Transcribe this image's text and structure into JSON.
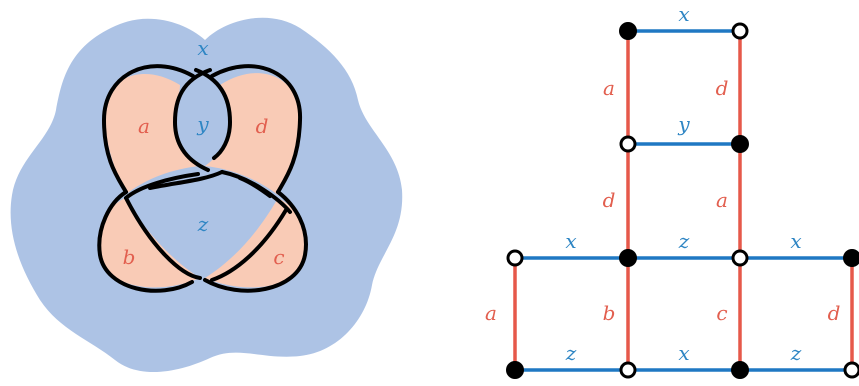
{
  "colors": {
    "background_region": "#adc3e5",
    "face_fill": "#f9cbb6",
    "knot_stroke": "#000000",
    "red_label": "#e25f4f",
    "blue_label": "#2f86c4",
    "red_edge": "#e6584a",
    "blue_edge": "#1f78c3",
    "black_node": "#000000",
    "white_node": "#ffffff"
  },
  "knot_diagram": {
    "outer_label": "x",
    "top_center_label": "y",
    "middle_label": "z",
    "face_a": "a",
    "face_d": "d",
    "face_b": "b",
    "face_c": "c"
  },
  "graph": {
    "top_edge": "x",
    "upper_left_vert": "a",
    "upper_right_vert": "d",
    "second_row_edge": "y",
    "mid_left_vert": "d",
    "mid_right_vert": "a",
    "row3_left": "x",
    "row3_center": "z",
    "row3_right": "x",
    "lower_left_vert": "a",
    "lower_center_left_vert": "b",
    "lower_center_right_vert": "c",
    "lower_right_vert": "d",
    "bottom_left": "z",
    "bottom_center": "x",
    "bottom_right": "z"
  }
}
